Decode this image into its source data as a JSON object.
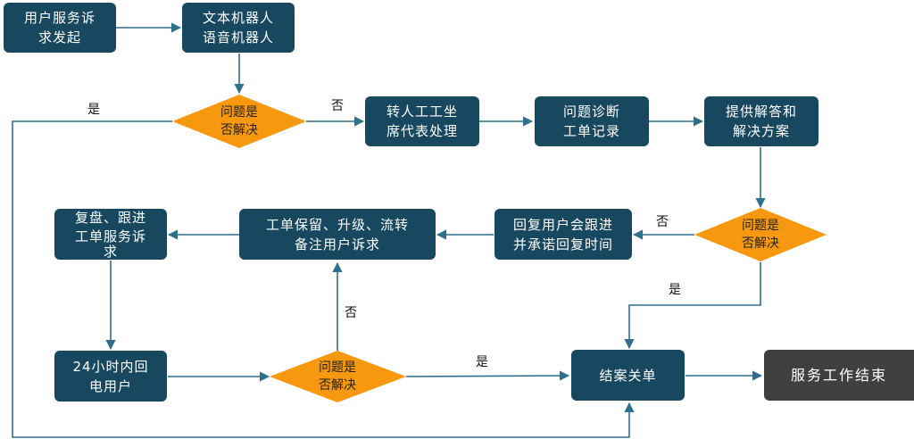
{
  "nodes": {
    "request": [
      "用户服务诉",
      "求发起"
    ],
    "robots": [
      "文本机器人",
      "语音机器人"
    ],
    "decision_1": [
      "问题是",
      "否解决"
    ],
    "transfer": [
      "转人工工坐",
      "席代表处理"
    ],
    "diagnose": [
      "问题诊断",
      "工单记录"
    ],
    "solution": [
      "提供解答和",
      "解决方案"
    ],
    "decision_2": [
      "问题是",
      "否解决"
    ],
    "callback": [
      "回复用户会跟进",
      "并承诺回复时间"
    ],
    "retain": [
      "工单保留、升级、流转",
      "备注用户诉求"
    ],
    "review": [
      "复盘、跟进",
      "工单服务诉",
      "求"
    ],
    "reply_24h": [
      "24小时内回",
      "电用户"
    ],
    "decision_3": [
      "问题是",
      "否解决"
    ],
    "close": [
      "结案关单"
    ],
    "end": [
      "服务工作结束"
    ]
  },
  "edge_labels": {
    "d1_yes": "是",
    "d1_no": "否",
    "d2_no": "否",
    "d2_yes": "是",
    "d3_no": "否",
    "d3_yes": "是"
  },
  "colors": {
    "box": "#184860",
    "decision": "#f7980f",
    "end": "#404040",
    "line": "#2e6f8e"
  }
}
